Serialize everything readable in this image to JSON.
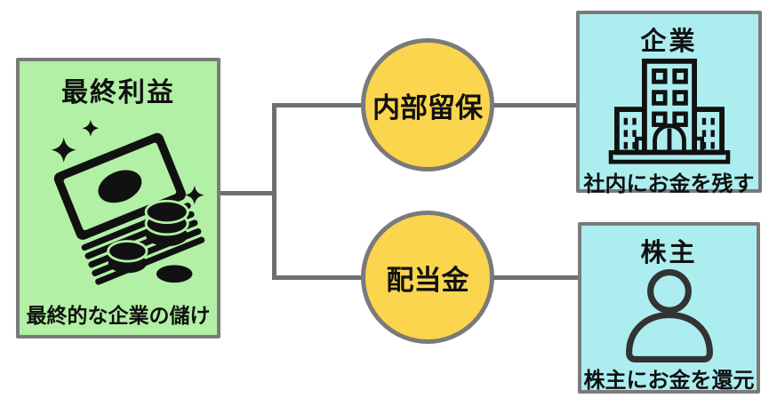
{
  "colors": {
    "green_box_bg": "#b2f0a5",
    "yellow_circle_bg": "#fbd54d",
    "cyan_box_bg": "#aceef0",
    "border_gray": "#7a7a7a",
    "line_gray": "#6f6f6f",
    "text_black": "#111111",
    "background": "#ffffff"
  },
  "diagram": {
    "source": {
      "title": "最終利益",
      "caption": "最終的な企業の儲け",
      "icon": "money-stack-icon"
    },
    "branches": [
      {
        "label": "内部留保",
        "target": {
          "title": "企業",
          "caption": "社内にお金を残す",
          "icon": "building-icon"
        }
      },
      {
        "label": "配当金",
        "target": {
          "title": "株主",
          "caption": "株主にお金を還元",
          "icon": "person-icon"
        }
      }
    ]
  }
}
